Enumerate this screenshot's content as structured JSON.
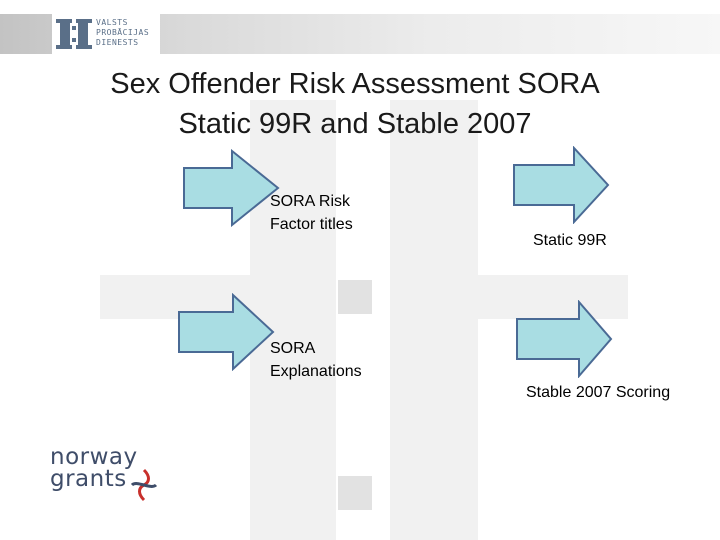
{
  "header": {
    "logo_lines": [
      "VALSTS",
      "PROBĀCIJAS",
      "DIENESTS"
    ]
  },
  "title": {
    "line1": "Sex Offender Risk Assessment SORA",
    "line2": "Static 99R and Stable 2007"
  },
  "items": [
    {
      "label": "SORA Risk Factor titles",
      "label_lines": [
        "SORA Risk",
        "Factor titles"
      ]
    },
    {
      "label": "Static 99R"
    },
    {
      "label": "SORA Explanations",
      "label_lines": [
        "SORA",
        "Explanations"
      ]
    },
    {
      "label": "Stable 2007 Scoring"
    }
  ],
  "footer": {
    "logo_lines": [
      "norway",
      "grants"
    ]
  },
  "colors": {
    "arrow_fill": "#a9dde3",
    "arrow_stroke": "#4a6a95",
    "logo_blue": "#5a6f88",
    "grants_red": "#c8302c"
  }
}
